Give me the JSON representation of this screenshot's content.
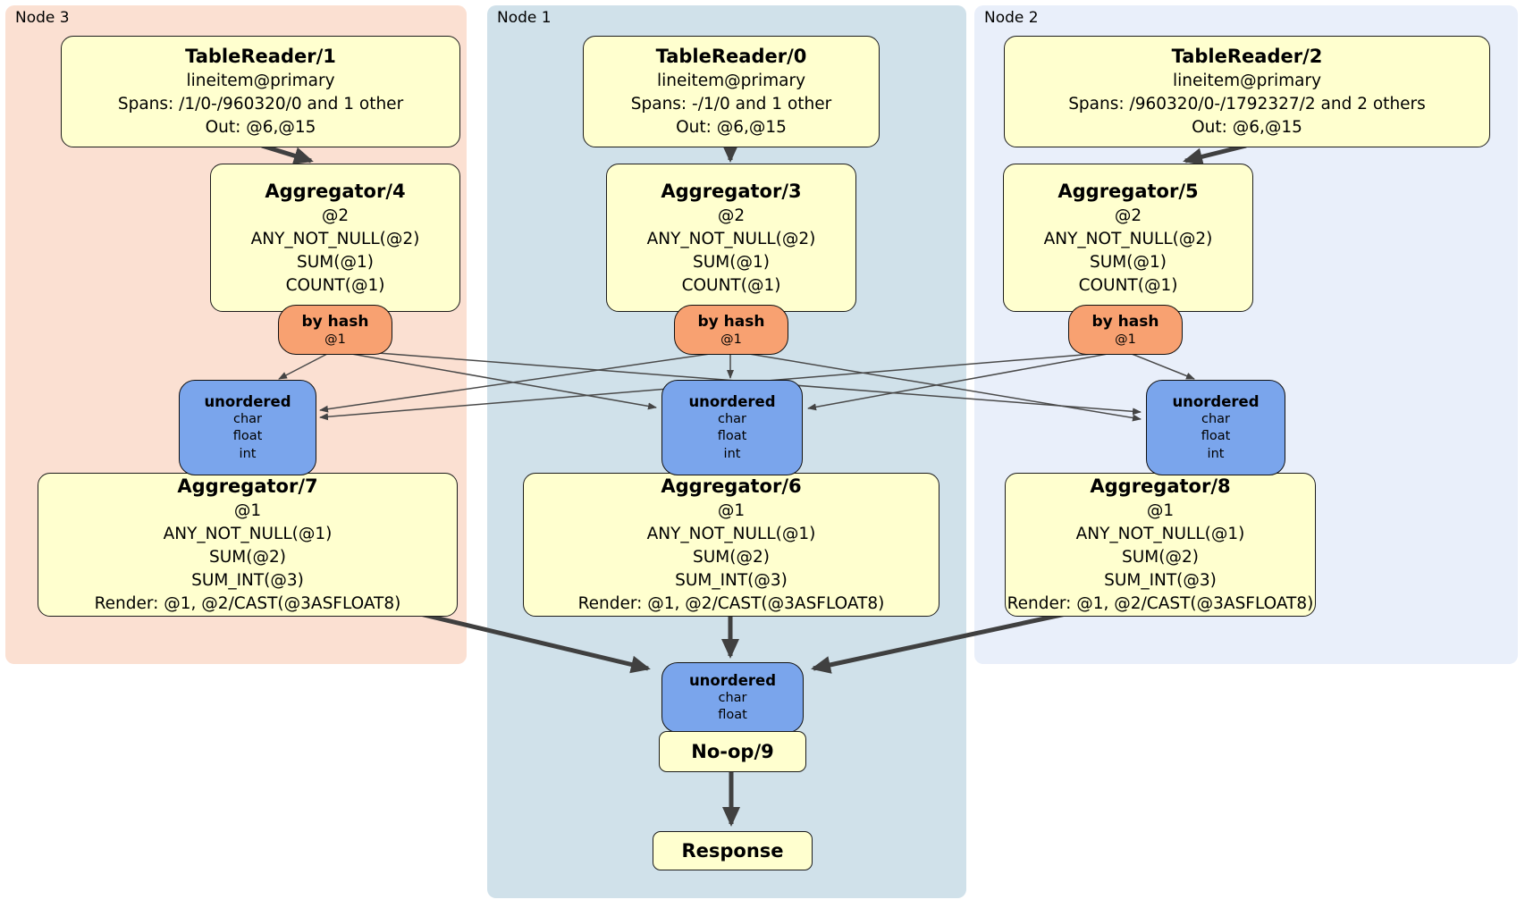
{
  "regions": {
    "node3": {
      "label": "Node 3"
    },
    "node1": {
      "label": "Node 1"
    },
    "node2": {
      "label": "Node 2"
    }
  },
  "processors": {
    "tr1": {
      "title": "TableReader/1",
      "lines": [
        "lineitem@primary",
        "Spans: /1/0-/960320/0 and 1 other",
        "Out: @6,@15"
      ]
    },
    "tr0": {
      "title": "TableReader/0",
      "lines": [
        "lineitem@primary",
        "Spans: -/1/0 and 1 other",
        "Out: @6,@15"
      ]
    },
    "tr2": {
      "title": "TableReader/2",
      "lines": [
        "lineitem@primary",
        "Spans: /960320/0-/1792327/2 and 2 others",
        "Out: @6,@15"
      ]
    },
    "agg4": {
      "title": "Aggregator/4",
      "lines": [
        "@2",
        "ANY_NOT_NULL(@2)",
        "SUM(@1)",
        "COUNT(@1)"
      ]
    },
    "agg3": {
      "title": "Aggregator/3",
      "lines": [
        "@2",
        "ANY_NOT_NULL(@2)",
        "SUM(@1)",
        "COUNT(@1)"
      ]
    },
    "agg5": {
      "title": "Aggregator/5",
      "lines": [
        "@2",
        "ANY_NOT_NULL(@2)",
        "SUM(@1)",
        "COUNT(@1)"
      ]
    },
    "agg7": {
      "title": "Aggregator/7",
      "lines": [
        "@1",
        "ANY_NOT_NULL(@1)",
        "SUM(@2)",
        "SUM_INT(@3)",
        "Render: @1, @2/CAST(@3ASFLOAT8)"
      ]
    },
    "agg6": {
      "title": "Aggregator/6",
      "lines": [
        "@1",
        "ANY_NOT_NULL(@1)",
        "SUM(@2)",
        "SUM_INT(@3)",
        "Render: @1, @2/CAST(@3ASFLOAT8)"
      ]
    },
    "agg8": {
      "title": "Aggregator/8",
      "lines": [
        "@1",
        "ANY_NOT_NULL(@1)",
        "SUM(@2)",
        "SUM_INT(@3)",
        "Render: @1, @2/CAST(@3ASFLOAT8)"
      ]
    },
    "noop": {
      "title": "No-op/9"
    },
    "response": {
      "title": "Response"
    }
  },
  "routers": {
    "hash4": {
      "title": "by hash",
      "key": "@1"
    },
    "hash3": {
      "title": "by hash",
      "key": "@1"
    },
    "hash5": {
      "title": "by hash",
      "key": "@1"
    }
  },
  "syncs": {
    "sync7": {
      "title": "unordered",
      "columns": [
        "char",
        "float",
        "int"
      ]
    },
    "sync6": {
      "title": "unordered",
      "columns": [
        "char",
        "float",
        "int"
      ]
    },
    "sync8": {
      "title": "unordered",
      "columns": [
        "char",
        "float",
        "int"
      ]
    },
    "syncFinal": {
      "title": "unordered",
      "columns": [
        "char",
        "float"
      ]
    }
  },
  "colors": {
    "node3_bg": "#fbe0d2",
    "node1_bg": "#d0e1ea",
    "node2_bg": "#e9effa",
    "processor_fill": "#ffffcf",
    "router_fill": "#f8a171",
    "sync_fill": "#7aa5ec",
    "edge": "#404040"
  }
}
